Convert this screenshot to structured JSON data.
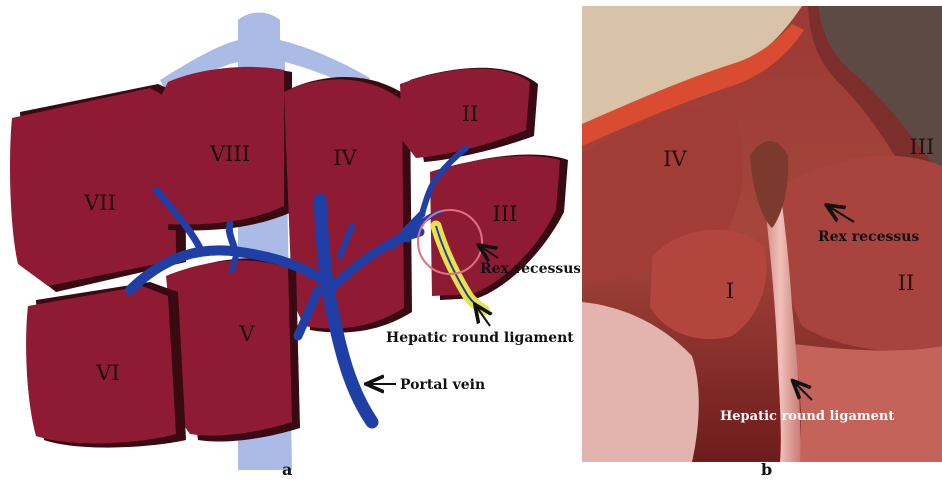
{
  "panel_a": {
    "label": "a",
    "segments": {
      "s2": "II",
      "s3": "III",
      "s4": "IV",
      "s5": "V",
      "s6": "VI",
      "s7": "VII",
      "s8": "VIII"
    },
    "callouts": {
      "rex": "Rex recessus",
      "ligament": "Hepatic round ligament",
      "portal": "Portal vein"
    }
  },
  "panel_b": {
    "label": "b",
    "segments": {
      "s1": "I",
      "s2": "II",
      "s3": "III",
      "s4": "IV"
    },
    "callouts": {
      "rex": "Rex recessus",
      "ligament": "Hepatic round ligament"
    }
  },
  "colors": {
    "liver": "#8e1b33",
    "liver_shadow": "#3a0a12",
    "portal_vein": "#1f3fa6",
    "ivc": "#aabbe6",
    "ligament": "#e9e24a",
    "highlight_circle": "#e07080"
  }
}
